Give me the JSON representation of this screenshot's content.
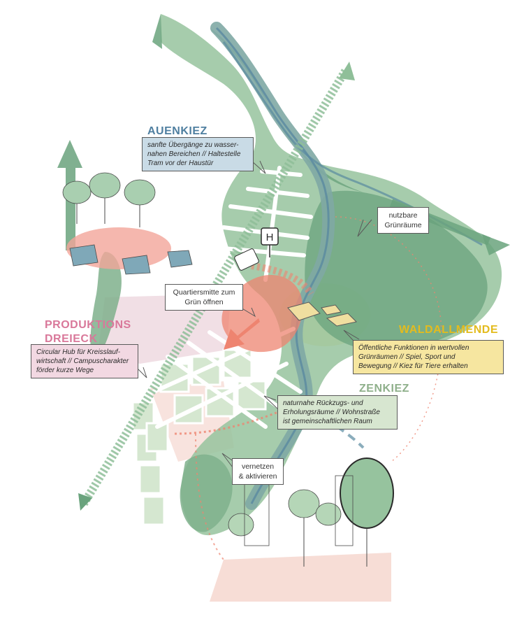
{
  "districts": {
    "auenkiez": "AUENKIEZ",
    "produktions_1": "PRODUKTIONS",
    "produktions_2": "DREIECK",
    "waldallmende": "WALDALLMENDE",
    "zenkiez": "ZENKIEZ"
  },
  "notes": {
    "auenkiez": [
      "sanfte Übergänge zu wasser-",
      "nahen Bereichen // Haltestelle",
      "Tram vor der Haustür"
    ],
    "produktion": [
      "Circular Hub für Kreisslauf-",
      "wirtschaft // Campuscharakter",
      "förder kurze Wege"
    ],
    "waldallmende": [
      "Öffentliche Funktionen in wertvollen",
      "Grünräumen // Spiel, Sport und",
      "Bewegung // Kiez für Tiere erhalten"
    ],
    "zenkiez": [
      "naturnahe Rückzugs- und",
      "Erholungsräume // Wohnstraße",
      "ist gemeinschaftlichen Raum"
    ]
  },
  "callouts": {
    "gruenraeume": [
      "nutzbare",
      "Grünräume"
    ],
    "quartiersmitte": [
      "Quartiersmitte zum",
      "Grün öffnen"
    ],
    "vernetzen": [
      "vernetzen",
      "& aktivieren"
    ]
  },
  "tram_symbol": "H",
  "colors": {
    "auenkiez_text": "#4f7fa0",
    "auenkiez_box": "#c9dbe6",
    "produktion_text": "#d9789a",
    "produktion_box": "#f2d8e2",
    "waldallmende_text": "#e3bb1e",
    "waldallmende_box": "#f6e6a0",
    "zenkiez_text": "#8fb08b",
    "zenkiez_box": "#d7e6d0",
    "green_dark": "#6aa37d",
    "green_mid": "#96c39e",
    "green_light": "#d5e7d0",
    "river": "#7fa8a4",
    "center": "#ee8470",
    "yellow_area": "#f4e7a8",
    "pink_area": "#ecd4dc"
  }
}
